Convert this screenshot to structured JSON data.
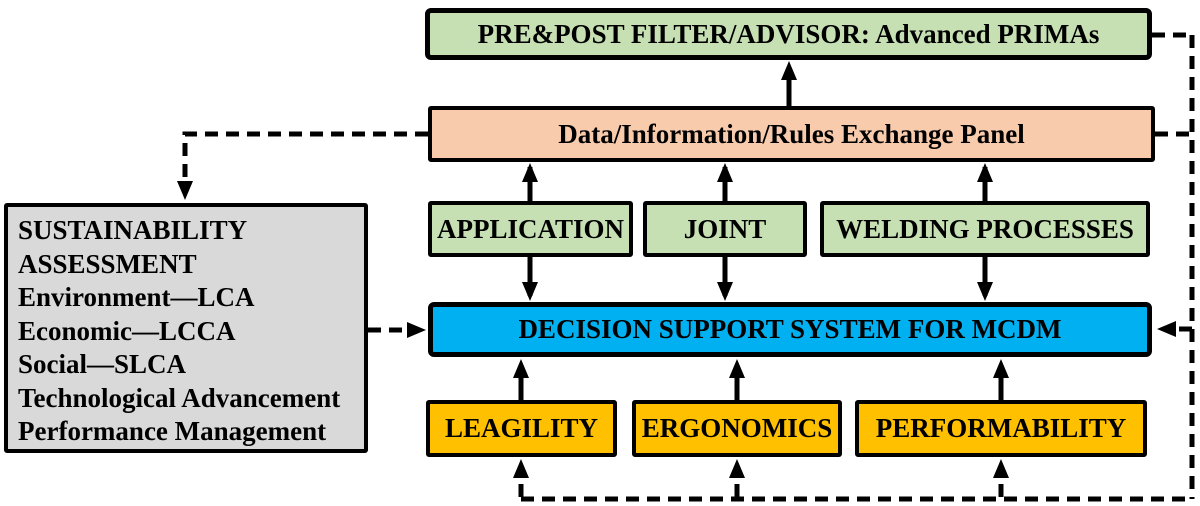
{
  "diagram": {
    "boxes": {
      "prepost": {
        "label": "PRE&POST FILTER/ADVISOR: Advanced PRIMAs",
        "bg": "#C6E0B4"
      },
      "exchange_panel": {
        "label": "Data/Information/Rules Exchange Panel",
        "bg": "#F8CBAD"
      },
      "application": {
        "label": "APPLICATION",
        "bg": "#C6E0B4"
      },
      "joint": {
        "label": "JOINT",
        "bg": "#C6E0B4"
      },
      "welding_processes": {
        "label": "WELDING PROCESSES",
        "bg": "#C6E0B4"
      },
      "dss": {
        "label": "DECISION SUPPORT SYSTEM FOR MCDM",
        "bg": "#00B0F0"
      },
      "leagility": {
        "label": "LEAGILITY",
        "bg": "#FFC000"
      },
      "ergonomics": {
        "label": "ERGONOMICS",
        "bg": "#FFC000"
      },
      "performability": {
        "label": "PERFORMABILITY",
        "bg": "#FFC000"
      },
      "sustainability": {
        "bg": "#D9D9D9",
        "lines": [
          "SUSTAINABILITY",
          "ASSESSMENT",
          "Environment—LCA",
          "Economic—LCCA",
          "Social—SLCA",
          "Technological Advancement",
          "Performance Management"
        ]
      }
    },
    "colors": {
      "green_box": "#C6E0B4",
      "peach_box": "#F8CBAD",
      "blue_box": "#00B0F0",
      "orange_box": "#FFC000",
      "gray_box": "#D9D9D9",
      "line": "#000000",
      "background": "#FFFFFF"
    }
  }
}
